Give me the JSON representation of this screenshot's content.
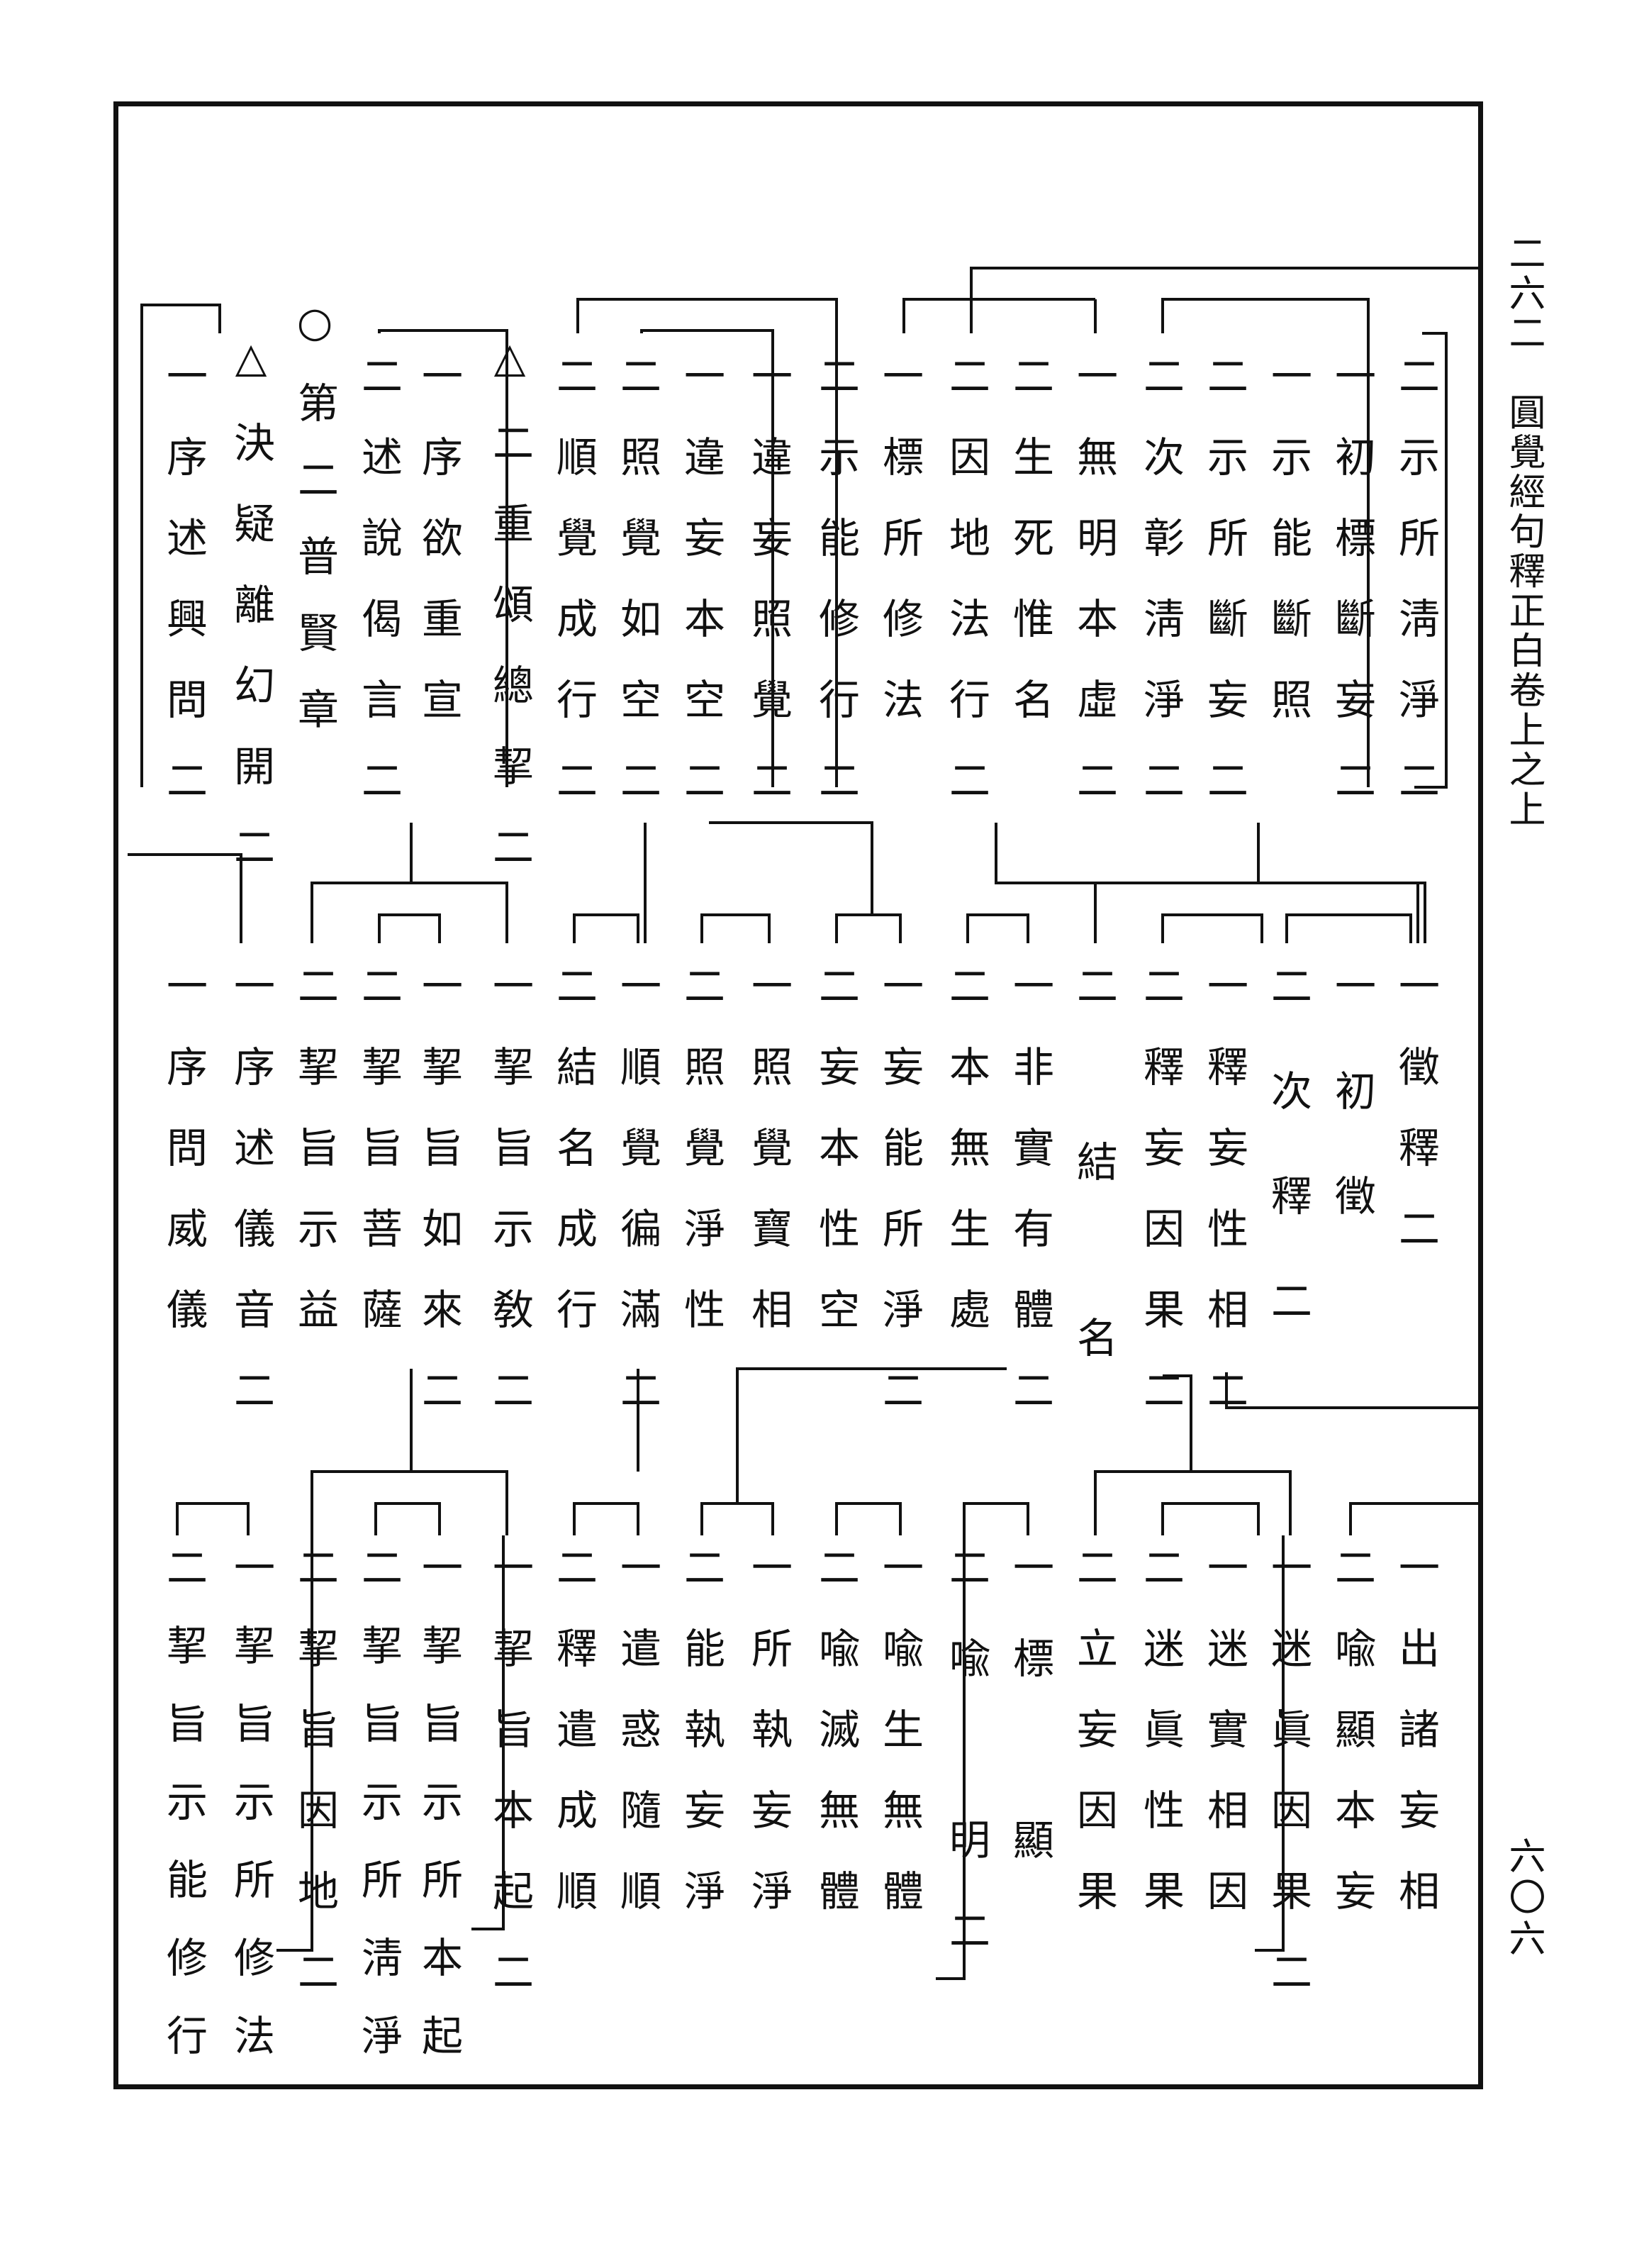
{
  "margin": {
    "title": "二六二　圓覺經句釋正白卷上之上",
    "page_number": "六〇六"
  },
  "text_colors": {
    "ink": "#111111",
    "paper": "#ffffff"
  },
  "columns": [
    "二示所淸淨二",
    "一初標斷妄二",
    "一示能斷照",
    "二示所斷妄二",
    "二次彰淸淨二",
    "一無明本虛二",
    "二生死惟名",
    "二因地法行二",
    "一標所修法",
    "二示能修行二",
    "一違妄照覺二",
    "一違妄本空二",
    "二照覺如空二",
    "二順覺成行二",
    "△二重頌總挈二",
    "一序欲重宣",
    "二述說偈言二",
    "○第二普賢章",
    "△決疑離幻開二",
    "一序述興問二",
    "一徵釋二",
    "一初徵",
    "二次釋二",
    "一釋妄性相二",
    "二釋妄因果二",
    "二結名",
    "一非實有體二",
    "二本無生處",
    "一妄能所淨二",
    "二妄本性空",
    "一照覺寶相",
    "二照覺淨性",
    "一順覺徧滿二",
    "二結名成行",
    "一挈旨示敎二",
    "一挈旨如來二",
    "二挈旨菩薩",
    "二挈旨示益",
    "一序述儀音二",
    "一序問威儀",
    "一出諸妄相",
    "二喩顯本妄",
    "一迷眞因果二",
    "一迷實相因",
    "二迷眞性果",
    "二立妄因果",
    "一標　顯",
    "二喩　明二",
    "一喩生無體",
    "二喩滅無體",
    "一所執妄淨",
    "二能執妄淨",
    "一遣惑隨順",
    "二釋遣成順",
    "一挈旨本起二",
    "一挈旨示所本起",
    "二挈旨示所淸淨",
    "二挈旨因地二",
    "一挈旨示所修法",
    "二挈旨示能修行"
  ]
}
